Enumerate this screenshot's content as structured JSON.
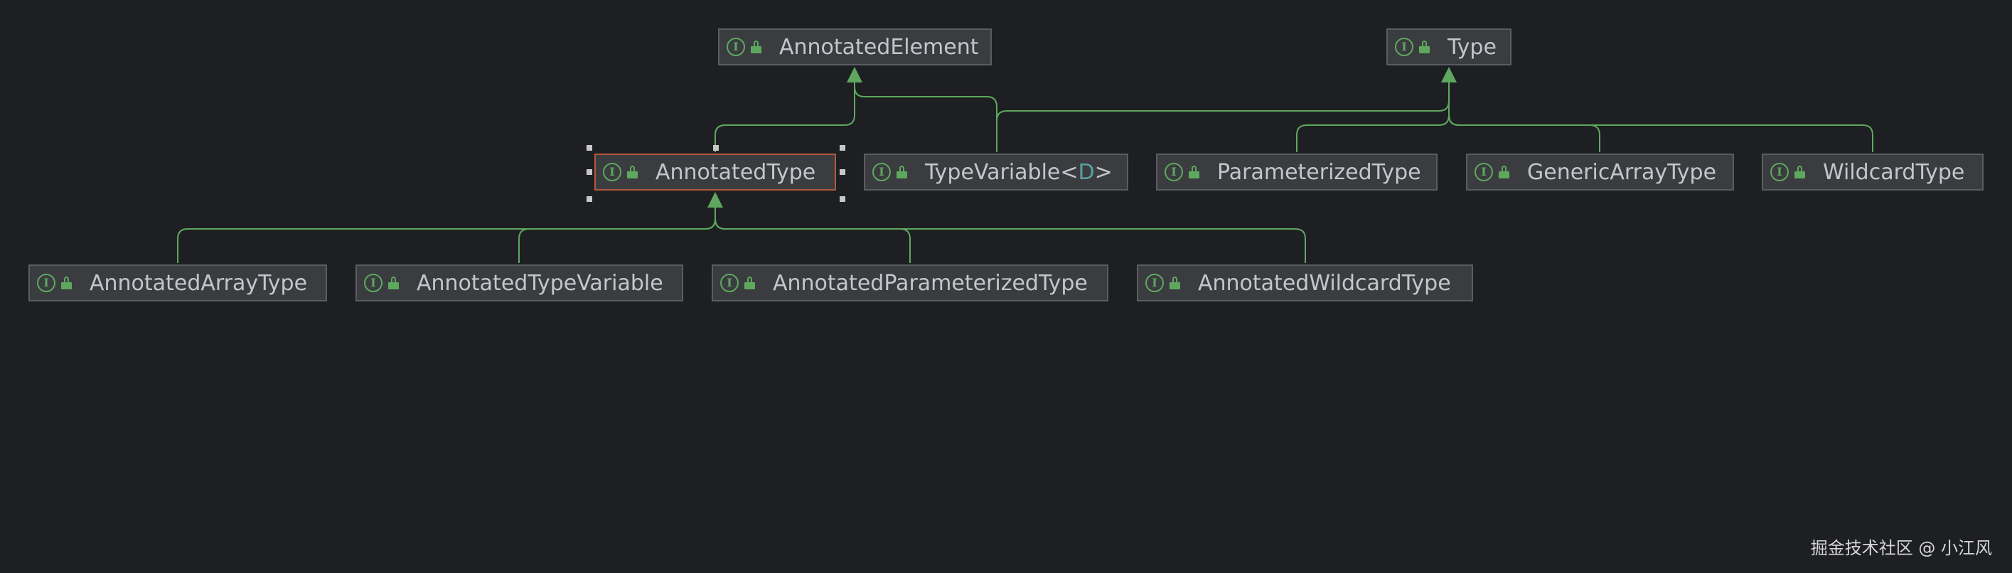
{
  "nodes": {
    "annotated_element": {
      "name": "AnnotatedElement"
    },
    "type": {
      "name": "Type"
    },
    "annotated_type": {
      "name": "AnnotatedType"
    },
    "type_variable": {
      "name": "TypeVariable",
      "lt": "<",
      "param": "D",
      "gt": ">"
    },
    "parameterized_type": {
      "name": "ParameterizedType"
    },
    "generic_array_type": {
      "name": "GenericArrayType"
    },
    "wildcard_type": {
      "name": "WildcardType"
    },
    "annotated_array_type": {
      "name": "AnnotatedArrayType"
    },
    "annotated_type_variable": {
      "name": "AnnotatedTypeVariable"
    },
    "annotated_parameterized_type": {
      "name": "AnnotatedParameterizedType"
    },
    "annotated_wildcard_type": {
      "name": "AnnotatedWildcardType"
    }
  },
  "icons": {
    "interface": "interface-icon",
    "visibility": "public-lock-icon",
    "interface_glyph": "I"
  },
  "selected_node": "annotated_type",
  "colors": {
    "background": "#1e1f22",
    "node_fill": "#3a3c40",
    "node_border": "#5b5d61",
    "selected_border": "#b5583a",
    "edge": "#5ea85e",
    "text": "#c3c7cc",
    "type_param": "#5aa0a0"
  },
  "edges": [
    {
      "from": "annotated_type",
      "to": "annotated_element"
    },
    {
      "from": "type_variable",
      "to": "annotated_element"
    },
    {
      "from": "type_variable",
      "to": "type"
    },
    {
      "from": "parameterized_type",
      "to": "type"
    },
    {
      "from": "generic_array_type",
      "to": "type"
    },
    {
      "from": "wildcard_type",
      "to": "type"
    },
    {
      "from": "annotated_array_type",
      "to": "annotated_type"
    },
    {
      "from": "annotated_type_variable",
      "to": "annotated_type"
    },
    {
      "from": "annotated_parameterized_type",
      "to": "annotated_type"
    },
    {
      "from": "annotated_wildcard_type",
      "to": "annotated_type"
    }
  ],
  "watermark": "掘金技术社区 @ 小江风"
}
